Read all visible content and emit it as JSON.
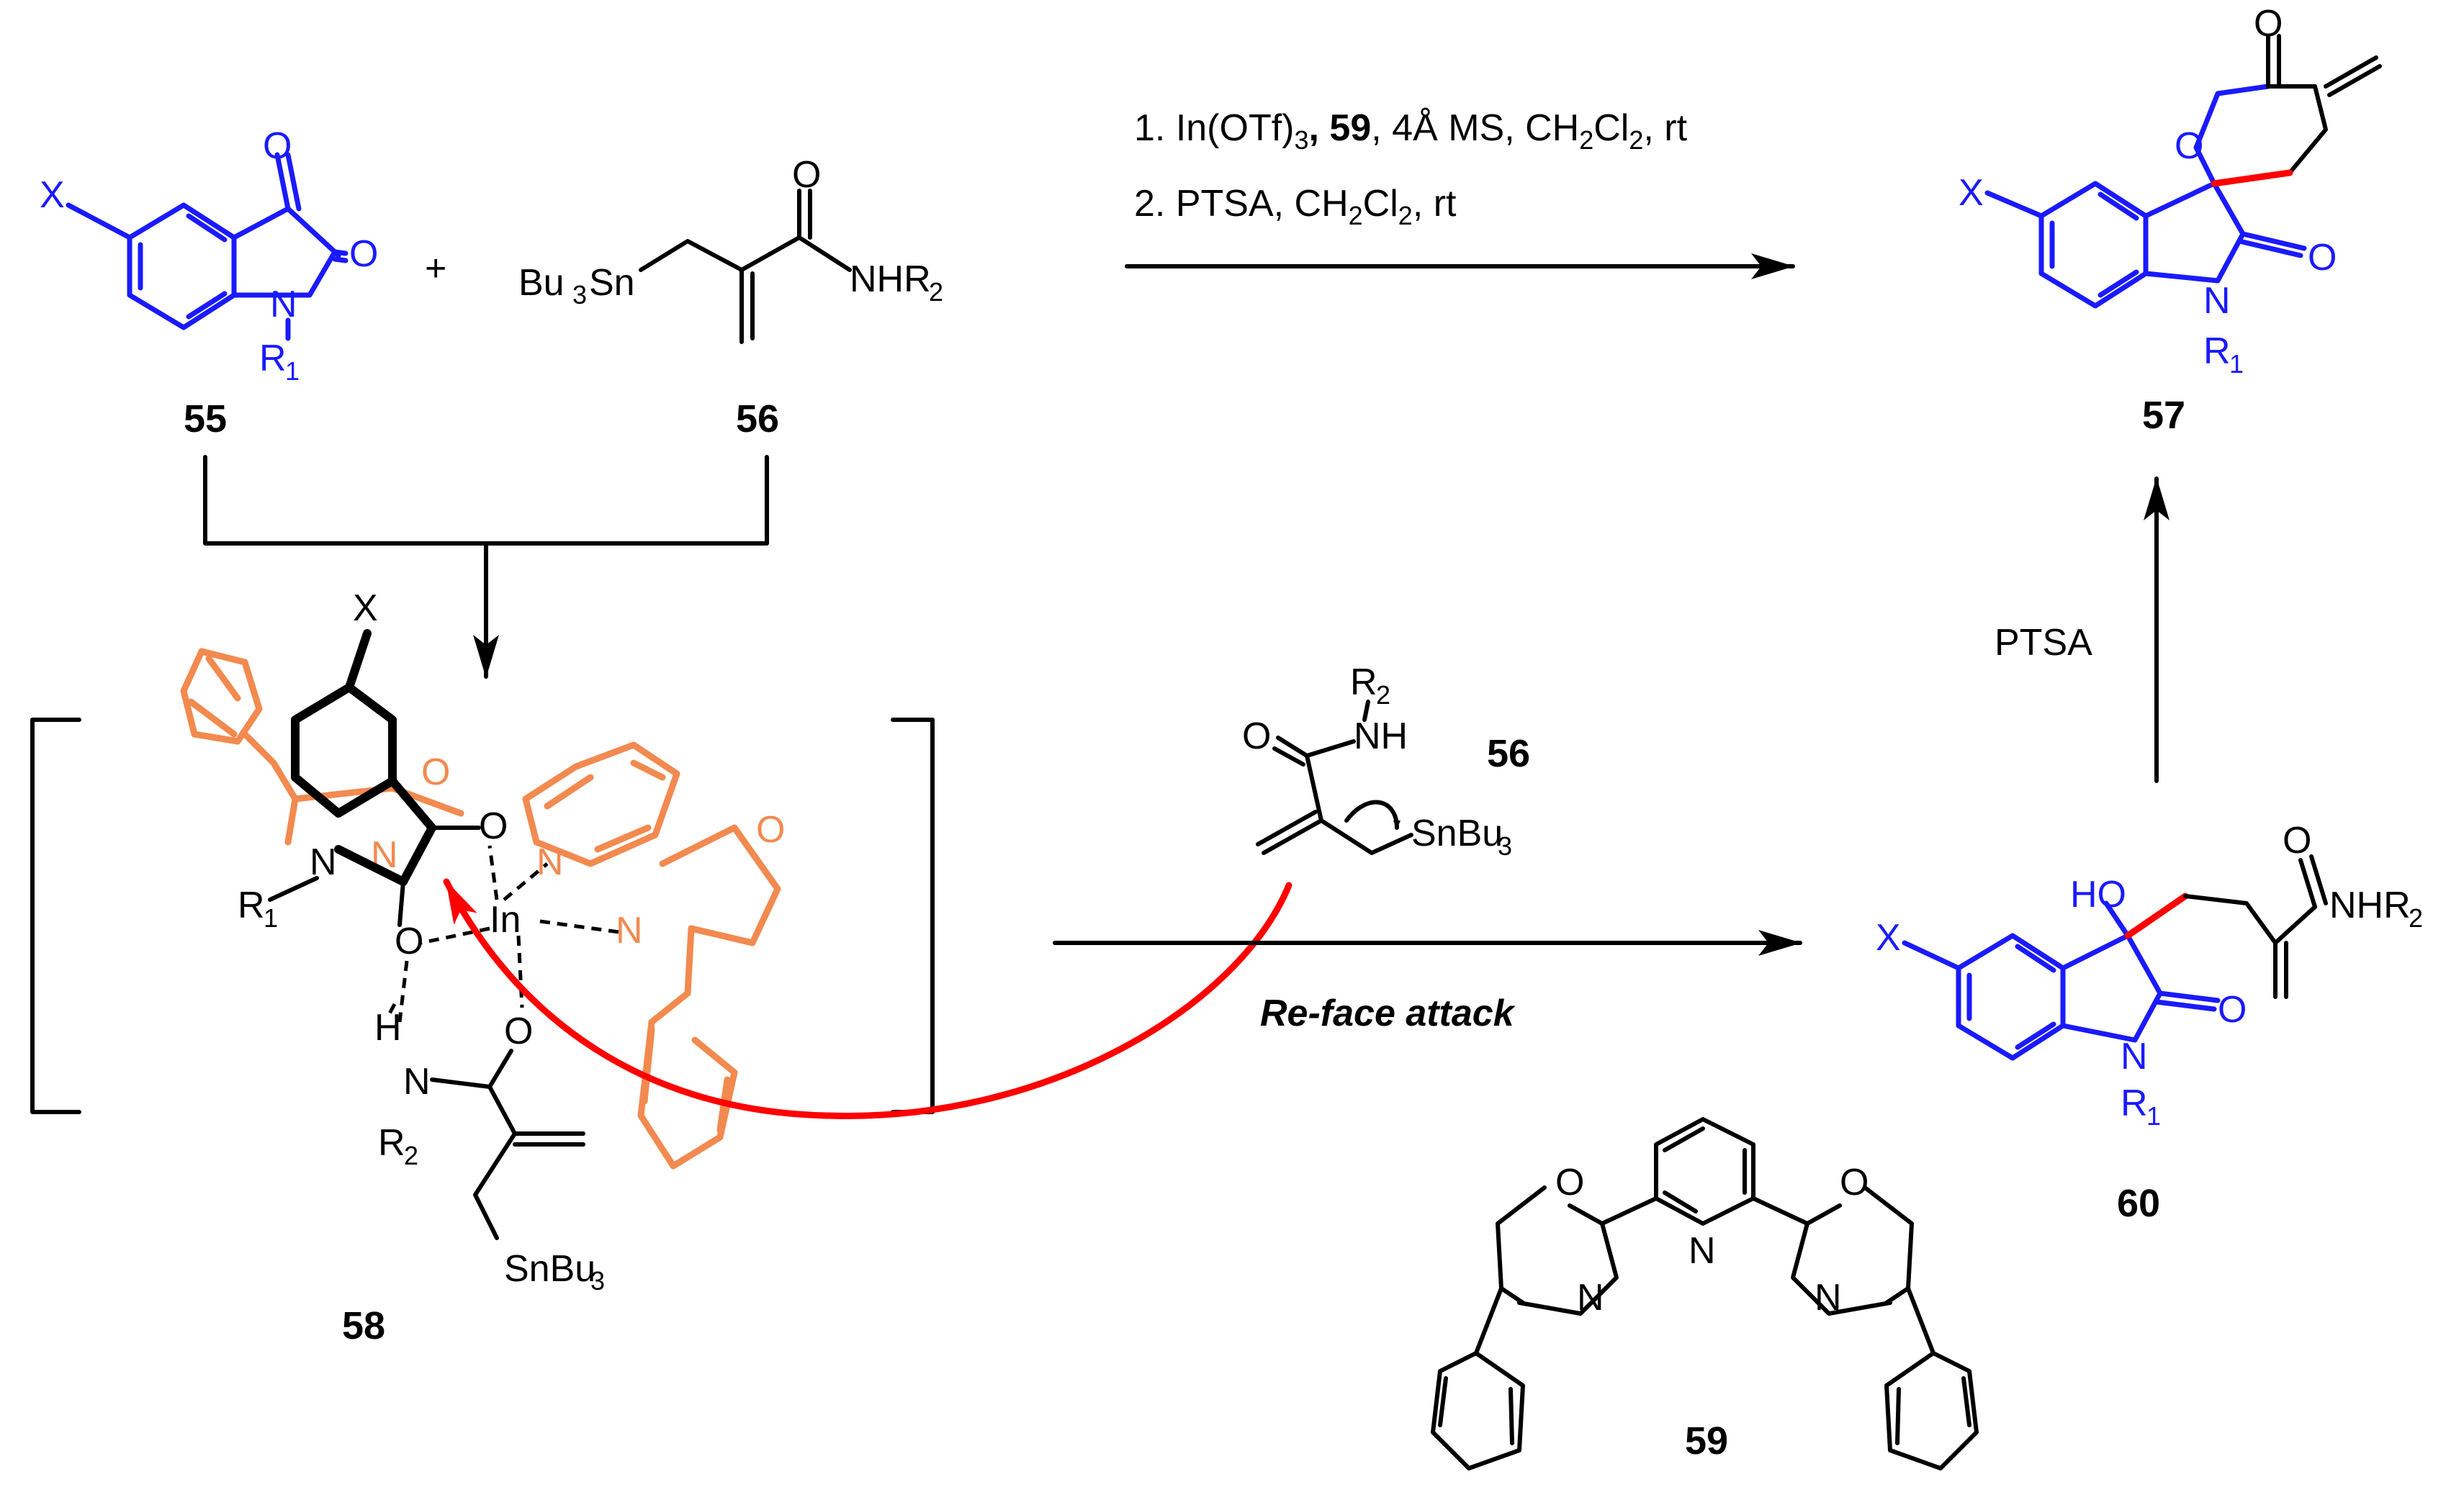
{
  "labels": {
    "c55": "55",
    "c56": "56",
    "c56b": "56",
    "c57": "57",
    "c58": "58",
    "c59": "59",
    "c60": "60"
  },
  "conditions": {
    "step1": {
      "lead": "1. In(OTf)",
      "sub1": "3",
      "cat": ", 59",
      "rest": ", 4Å MS, CH",
      "sub2": "2",
      "cl": "Cl",
      "sub3": "2",
      "tail": ", rt"
    },
    "step2": {
      "lead": "2. PTSA, CH",
      "sub1": "2",
      "cl": "Cl",
      "sub2": "2",
      "tail": ", rt"
    },
    "ptsa": "PTSA",
    "attack": "Re-face attack"
  },
  "atoms": {
    "X": "X",
    "O": "O",
    "N": "N",
    "H": "H",
    "In": "In",
    "R": "R",
    "sub1": "1",
    "sub2": "2",
    "sub3": "3",
    "Bu3Sn_a": "Bu",
    "Bu3Sn_b": "Sn",
    "NHR_a": "NHR",
    "NH": "NH",
    "HO": "HO",
    "SnBu": "SnBu"
  },
  "colors": {
    "scaffold": "#1a1aff",
    "ligand": "#f28a50",
    "new_bond": "#ff0000",
    "text": "#000000"
  }
}
